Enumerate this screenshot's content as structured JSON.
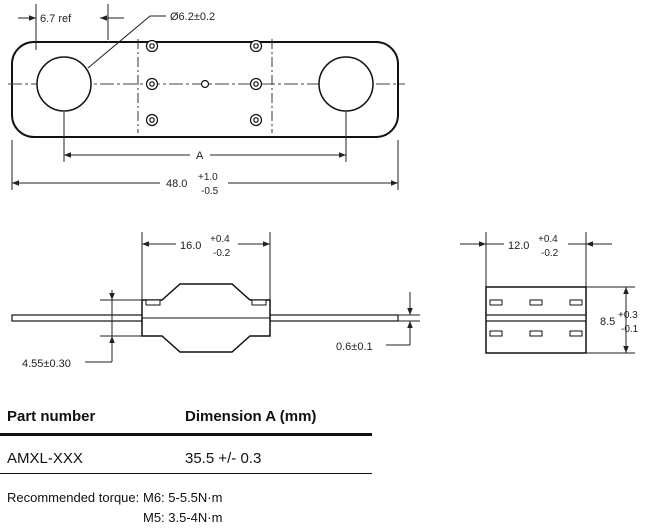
{
  "top_view": {
    "dim_ref": "6.7 ref",
    "dim_hole": "Ø6.2±0.2",
    "dim_a": "A",
    "dim_length_base": "48.0",
    "dim_length_plus": "+1.0",
    "dim_length_minus": "-0.5"
  },
  "side_view": {
    "dim_width_base": "16.0",
    "dim_width_plus": "+0.4",
    "dim_width_minus": "-0.2",
    "dim_height": "4.55±0.30",
    "dim_thickness": "0.6±0.1"
  },
  "end_view": {
    "dim_width_base": "12.0",
    "dim_width_plus": "+0.4",
    "dim_width_minus": "-0.2",
    "dim_height_base": "8.5",
    "dim_height_plus": "+0.3",
    "dim_height_minus": "-0.1"
  },
  "table": {
    "headers": [
      "Part number",
      "Dimension A (mm)"
    ],
    "rows": [
      [
        "AMXL-XXX",
        "35.5 +/- 0.3"
      ]
    ]
  },
  "torque": {
    "label": "Recommended torque:",
    "m6": "M6: 5-5.5N·m",
    "m5": "M5: 3.5-4N·m"
  }
}
